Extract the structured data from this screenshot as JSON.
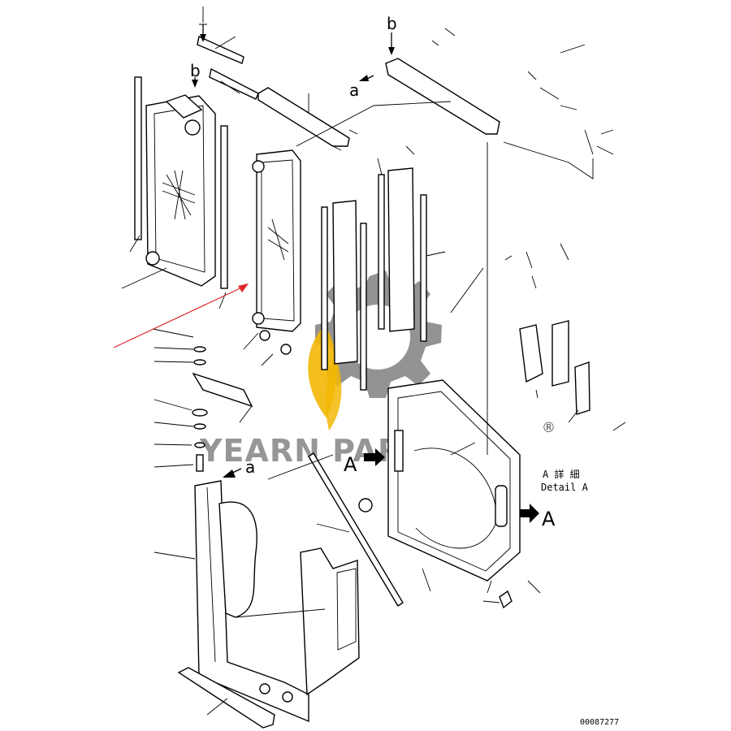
{
  "callouts": {
    "b_top": "b",
    "b_left": "b",
    "a_top": "a",
    "a_mid": "a",
    "A_left": "A",
    "A_right": "A"
  },
  "detail": {
    "jp": "A 詳 細",
    "en": "Detail A"
  },
  "drawing_number": "00087277",
  "watermark": {
    "text": "YEARN PARTS",
    "registered": "®",
    "gear_color": "#808080",
    "leaf_color": "#f2b705"
  },
  "colors": {
    "pointer_arrow": "#e0242b"
  }
}
